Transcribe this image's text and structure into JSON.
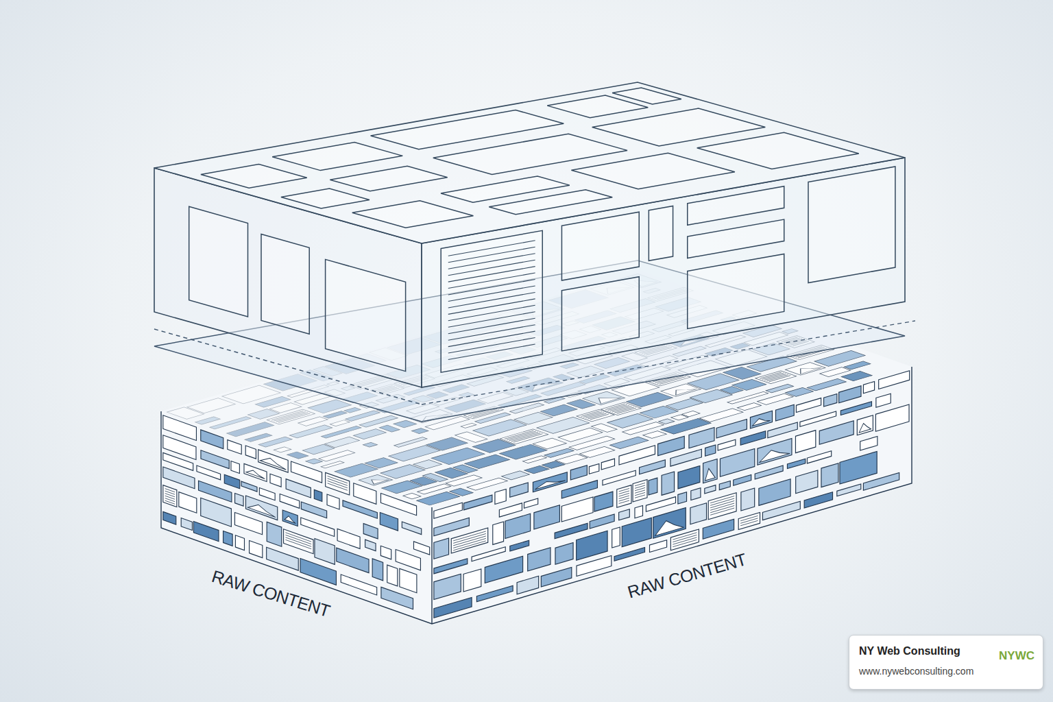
{
  "diagram": {
    "nodes": [
      {
        "text": [
          "NY Web Consulting",
          "www.nywebconsulting.com",
          "NYWC"
        ]
      }
    ],
    "labels": [
      "RAW CONTENT",
      "RAW CONTENT"
    ]
  }
}
